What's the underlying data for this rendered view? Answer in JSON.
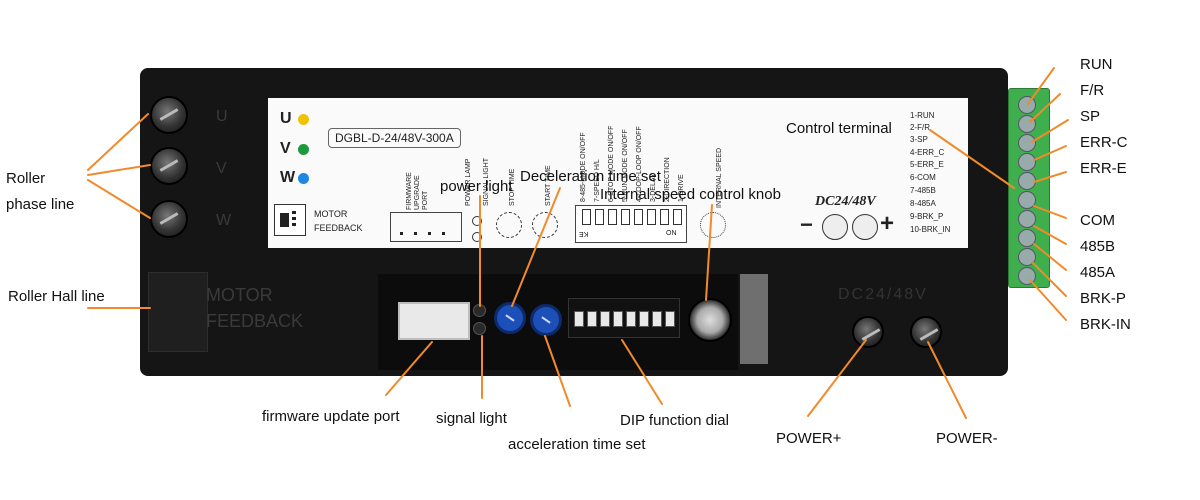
{
  "callouts": {
    "roller_phase_line": "Roller\nphase line",
    "roller_hall_line": "Roller Hall line",
    "firmware_update_port": "firmware update port",
    "signal_light": "signal light",
    "acceleration_time_set": "acceleration time set",
    "dip_function_dial": "DIP function dial",
    "power_plus": "POWER+",
    "power_minus": "POWER-",
    "power_light": "power light",
    "deceleration_time_set": "Deceleration time set",
    "internal_speed_control_knob": "Internal speed control knob",
    "control_terminal": "Control terminal"
  },
  "terminal_callouts": [
    "RUN",
    "F/R",
    "SP",
    "ERR-C",
    "ERR-E",
    "COM",
    "485B",
    "485A",
    "BRK-P",
    "BRK-IN"
  ],
  "panel": {
    "phases": [
      {
        "letter": "U",
        "color": "#f2c200"
      },
      {
        "letter": "V",
        "color": "#1a9a3a"
      },
      {
        "letter": "W",
        "color": "#1e88e5"
      }
    ],
    "model": "DGBL-D-24/48V-300A",
    "motor_feedback": "MOTOR\nFEEDBACK",
    "firmware_port_label": "FIRMWARE\nUPGRADE\nPORT",
    "power_lamp": "POWER LAMP",
    "signal_light_label": "SIGNAL LIGHT",
    "stop_time": "STOP TIME",
    "start_time": "START TIME",
    "dip_labels": [
      "8-485-MODE ON/OFF",
      "7-SPEED H/L",
      "6-STOP MODE ON/OFF",
      "5-RUN MODE ON/OFF",
      "4-LOOP-LOOP ON/OFF",
      "3-DELAY",
      "2-DIRECTION",
      "1-DRIVE"
    ],
    "dip_ke": "KE",
    "dip_on": "ON",
    "internal_speed_label": "INTERNAL SPEED",
    "voltage": "DC24/48V",
    "minus": "−",
    "plus": "+",
    "terminal_list": [
      "1-RUN",
      "2-F/R",
      "3-SP",
      "4-ERR_C",
      "5-ERR_E",
      "6-COM",
      "7-485B",
      "8-485A",
      "9-BRK_P",
      "10-BRK_IN"
    ]
  },
  "housing_text": {
    "motor_feedback_embossed": "MOTOR\nFEEDBACK",
    "dc_embossed": "DC24/48V"
  },
  "colors": {
    "leader_line": "#f08a2c",
    "housing": "#151515",
    "terminal_green": "#3fae4d",
    "pot_blue": "#1c4fb8"
  }
}
